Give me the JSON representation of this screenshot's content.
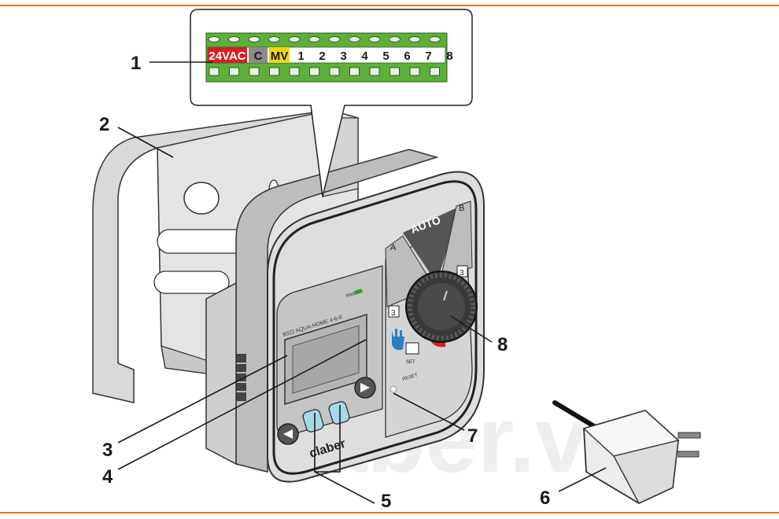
{
  "colors": {
    "accent": "#e8731f",
    "terminal_green": "#5fae3a",
    "red_label": "#d4202a",
    "grey_label": "#8a8a8a",
    "yellow_label": "#f2d21b",
    "body_grey": "#cfcfcf",
    "watermark": "#e6e6e6"
  },
  "terminal_strip": {
    "labels": [
      "24VAC",
      "C",
      "MV",
      "1",
      "2",
      "3",
      "4",
      "5",
      "6",
      "7",
      "8"
    ]
  },
  "callouts": [
    "1",
    "2",
    "3",
    "4",
    "5",
    "6",
    "7",
    "8"
  ],
  "controller": {
    "dial_mode": "AUTO",
    "zone_a": "A",
    "zone_b": "B",
    "badge": "3",
    "set_label": "SET",
    "reset_label": "RESET",
    "brand": "claber",
    "model": "8022  AQUA-HOME 4-6-8",
    "made_in": "Made in"
  },
  "watermark": "claber.vn"
}
